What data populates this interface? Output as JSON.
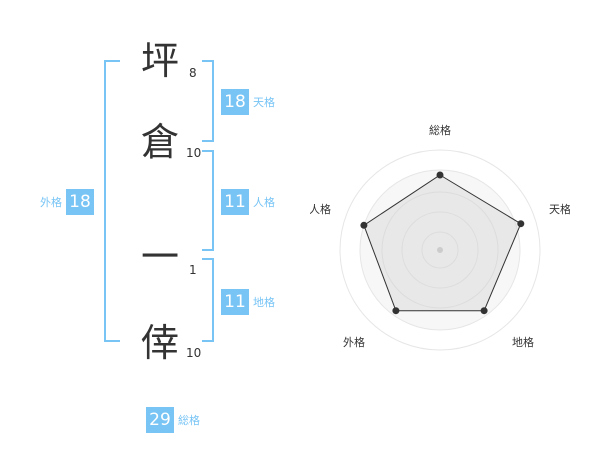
{
  "name_chars": [
    {
      "char": "坪",
      "strokes": "8"
    },
    {
      "char": "倉",
      "strokes": "10"
    },
    {
      "char": "一",
      "strokes": "1"
    },
    {
      "char": "倖",
      "strokes": "10"
    }
  ],
  "fortunes": {
    "tenkaku": {
      "value": "18",
      "label": "天格"
    },
    "jinkaku": {
      "value": "11",
      "label": "人格"
    },
    "chikaku": {
      "value": "11",
      "label": "地格"
    },
    "gaikaku": {
      "value": "18",
      "label": "外格"
    },
    "soukaku": {
      "value": "29",
      "label": "総格"
    }
  },
  "radar": {
    "axes": [
      "総格",
      "天格",
      "地格",
      "外格",
      "人格"
    ],
    "values": [
      0.75,
      0.85,
      0.75,
      0.75,
      0.8
    ]
  }
}
